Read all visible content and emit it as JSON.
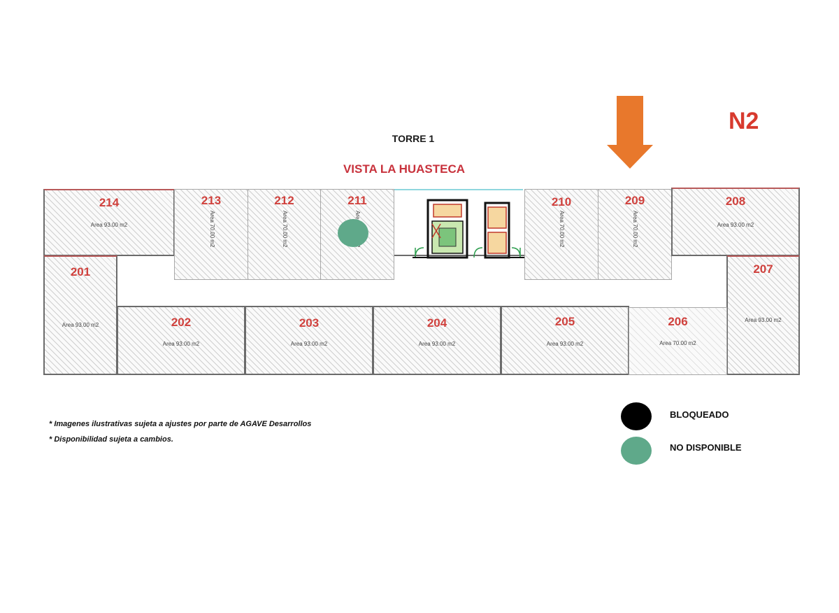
{
  "header": {
    "tower": "TORRE 1",
    "view": "VISTA LA HUASTECA",
    "level": "N2"
  },
  "units": {
    "u214": {
      "number": "214",
      "area": "Area   93.00 m2"
    },
    "u213": {
      "number": "213",
      "area": "Area   70.00 m2"
    },
    "u212": {
      "number": "212",
      "area": "Area   70.00 m2"
    },
    "u211": {
      "number": "211",
      "area": "Area   70.00 m2"
    },
    "u210": {
      "number": "210",
      "area": "Area   70.00 m2"
    },
    "u209": {
      "number": "209",
      "area": "Area   70.00 m2"
    },
    "u208": {
      "number": "208",
      "area": "Area   93.00 m2"
    },
    "u201": {
      "number": "201",
      "area": "Area   93.00 m2"
    },
    "u202": {
      "number": "202",
      "area": "Area   93.00 m2"
    },
    "u203": {
      "number": "203",
      "area": "Area   93.00 m2"
    },
    "u204": {
      "number": "204",
      "area": "Area   93.00 m2"
    },
    "u205": {
      "number": "205",
      "area": "Area   93.00 m2"
    },
    "u206": {
      "number": "206",
      "area": "Area   70.00 m2"
    },
    "u207": {
      "number": "207",
      "area": "Area   93.00 m2"
    }
  },
  "notes": {
    "line1": "* Imagenes ilustrativas sujeta a ajustes por parte de AGAVE Desarrollos",
    "line2": "* Disponibilidad sujeta a cambios."
  },
  "legend": {
    "blocked": {
      "label": "BLOQUEADO",
      "color": "#000000"
    },
    "unavailable": {
      "label": "NO DISPONIBLE",
      "color": "#5fa98a"
    }
  },
  "colors": {
    "unit_number": "#d0413d",
    "arrow": "#e8782c",
    "accent": "#c8323c"
  },
  "icons": {
    "arrow": "arrow-down-icon"
  }
}
